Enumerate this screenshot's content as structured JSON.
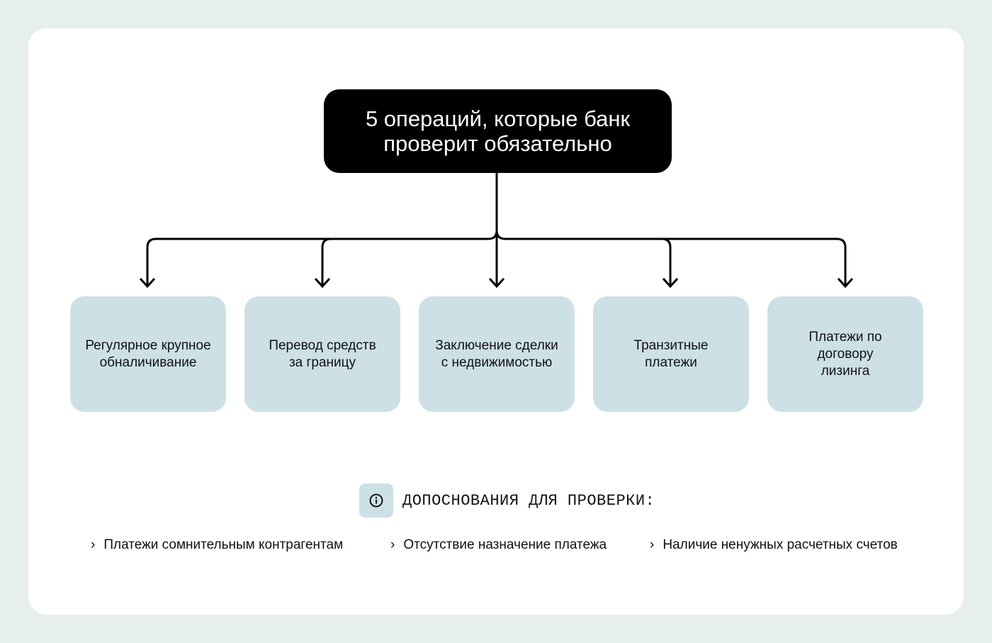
{
  "title": "5 операций, которые банк проверит обязательно",
  "colors": {
    "background": "#e7efee",
    "card": "#ffffff",
    "box": "#cde0e6",
    "title_bg": "#000000"
  },
  "operations": [
    "Регулярное крупное обналичивание",
    "Перевод средств за границу",
    "Заключение сделки с недвижимостью",
    "Транзитные платежи",
    "Платежи по договору лизинга"
  ],
  "info": {
    "icon": "info-icon",
    "label": "ДОПОСНОВАНИЯ ДЛЯ ПРОВЕРКИ:"
  },
  "bullets": [
    "Платежи сомнительным контрагентам",
    "Отсутствие назначение платежа",
    "Наличие ненужных расчетных счетов"
  ]
}
